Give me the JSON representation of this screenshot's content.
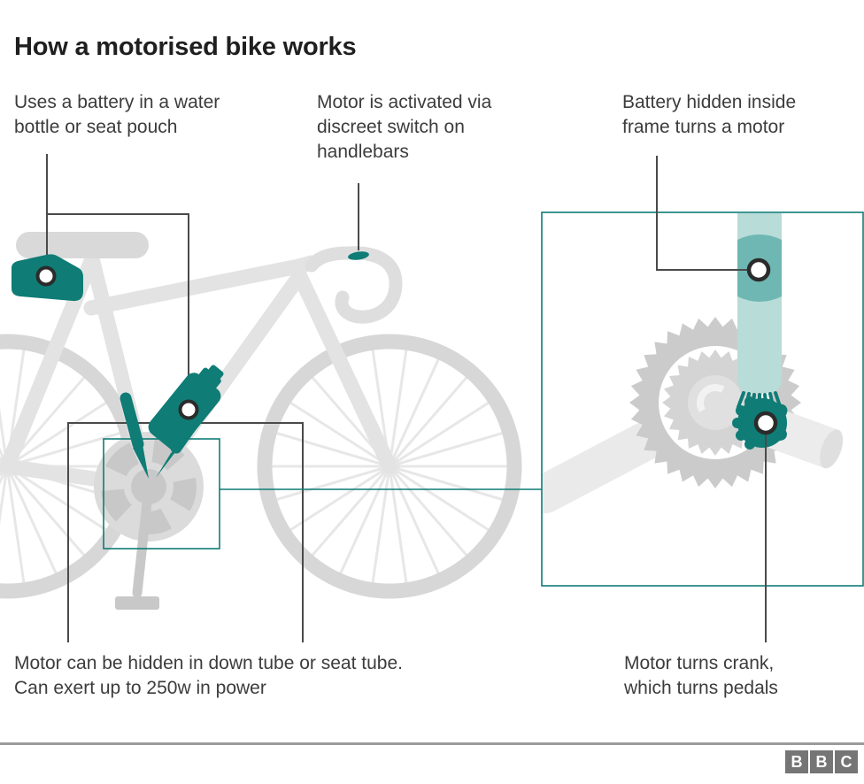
{
  "title": "How a motorised bike works",
  "annotations": {
    "battery_location": "Uses a battery in a water\nbottle or seat pouch",
    "switch": "Motor is activated via\ndiscreet switch on\nhandlebars",
    "frame_battery": "Battery hidden inside\nframe turns a motor",
    "motor_hidden": "Motor can be hidden in down tube or seat tube.\nCan exert up to 250w in power",
    "motor_crank": "Motor turns crank,\nwhich turns pedals"
  },
  "branding": {
    "logo_letters": [
      "B",
      "B",
      "C"
    ]
  },
  "colors": {
    "accent_teal": "#0f7c76",
    "teal_light": "#b8dcd8",
    "teal_mid": "#6fb7b3",
    "frame_gray": "#e3e3e3",
    "part_gray": "#c8c8c8",
    "disc_gray": "#dbdbdb",
    "gear_gray": "#cbcbcb",
    "leader_gray": "#4a4a4a",
    "text_dark": "#3c3c3c",
    "logo_gray": "#757575",
    "rule_gray": "#9b9b9b"
  }
}
